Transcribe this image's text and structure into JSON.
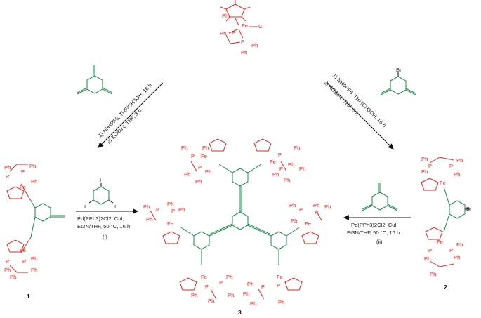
{
  "colors": {
    "red": "#e8231f",
    "green": "#1e8a4a",
    "black": "#111111"
  },
  "atoms": {
    "Fe": "Fe",
    "P": "P",
    "Ph": "Ph",
    "Cl": "Cl",
    "Br": "Br",
    "I": "I"
  },
  "conditions": {
    "left_arrow": [
      "1) NH4PF6, THF/CH3OH, 16 h",
      "2) KOBu-t, THF, 3 h"
    ],
    "right_arrow": [
      "1) NH4PF6, THF/CH3OH, 16 h",
      "2) KOBu-t, THF, 3 h"
    ],
    "step_i": {
      "reagent": "Pd(PPh3)2Cl2, CuI,",
      "solvent": "Et3N/THF, 50 °C, 16 h",
      "label": "(i)"
    },
    "step_ii": {
      "reagent": "Pd(PPh3)2Cl2, CuI,",
      "solvent": "Et3N/THF, 50 °C, 16 h",
      "label": "(ii)"
    }
  },
  "compounds": {
    "c1": "1",
    "c2": "2",
    "c3": "3"
  }
}
